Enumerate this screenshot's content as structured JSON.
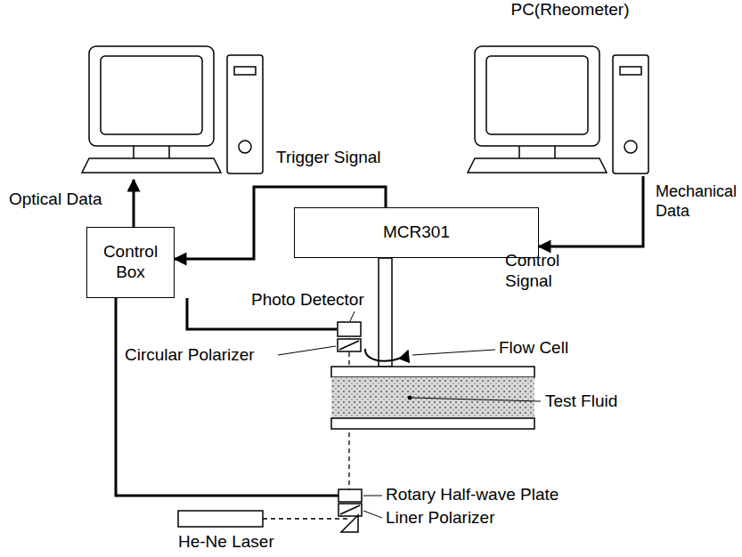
{
  "diagram": {
    "nodes": [
      {
        "text": [
          "PC(Rheometer)"
        ]
      },
      {
        "text": [
          "MCR301"
        ]
      },
      {
        "text": [
          "Control Box"
        ]
      }
    ],
    "edges": [
      {
        "from": 1,
        "to": 2,
        "arrow": "to"
      },
      {
        "from": 0,
        "to": 1,
        "arrow": "to"
      }
    ],
    "labels": [
      "Trigger Signal",
      "Optical Data",
      "Mechanical Data",
      "Control Signal",
      "Photo Detector",
      "Circular Polarizer",
      "Flow Cell",
      "Test Fluid",
      "Rotary Half-wave Plate",
      "Liner Polarizer",
      "He-Ne Laser"
    ]
  }
}
